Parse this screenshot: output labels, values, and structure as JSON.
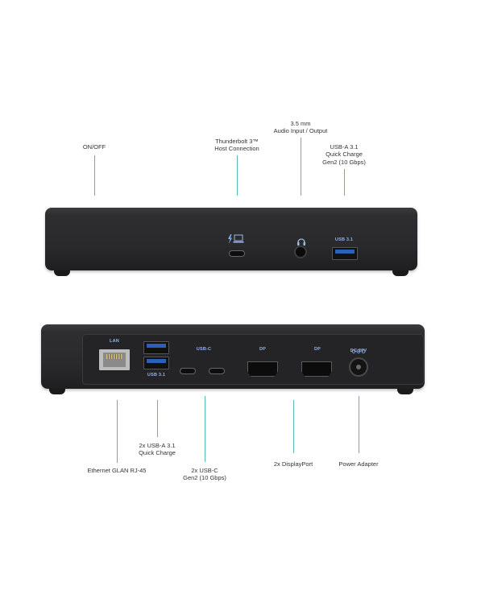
{
  "labels": {
    "on_off": "ON/OFF",
    "thunderbolt_line1": "Thunderbolt 3™",
    "thunderbolt_line2": "Host Connection",
    "audio_line1": "3.5 mm",
    "audio_line2": "Audio Input / Output",
    "usb_front_line1": "USB-A 3.1",
    "usb_front_line2": "Quick Charge",
    "usb_front_line3": "Gen2 (10 Gbps)",
    "ethernet": "Ethernet GLAN RJ-45",
    "usba_back_line1": "2x USB-A 3.1",
    "usba_back_line2": "Quick Charge",
    "usbc_back_line1": "2x USB-C",
    "usbc_back_line2": "Gen2 (10 Gbps)",
    "displayport": "2x DisplayPort",
    "power": "Power Adapter"
  },
  "front_panel": {
    "usb_text": "USB 3.1"
  },
  "back_panel": {
    "lan_text": "LAN",
    "usb_text": "USB 3.1",
    "usbc_text": "USB-C",
    "dp1_text": "DP",
    "dp2_text": "DP",
    "dc_text": "DC 20V"
  },
  "colors": {
    "leader_line": "#5ab8b0",
    "port_text": "#8fb3e6",
    "usb_blue": "#2b5fb8"
  }
}
